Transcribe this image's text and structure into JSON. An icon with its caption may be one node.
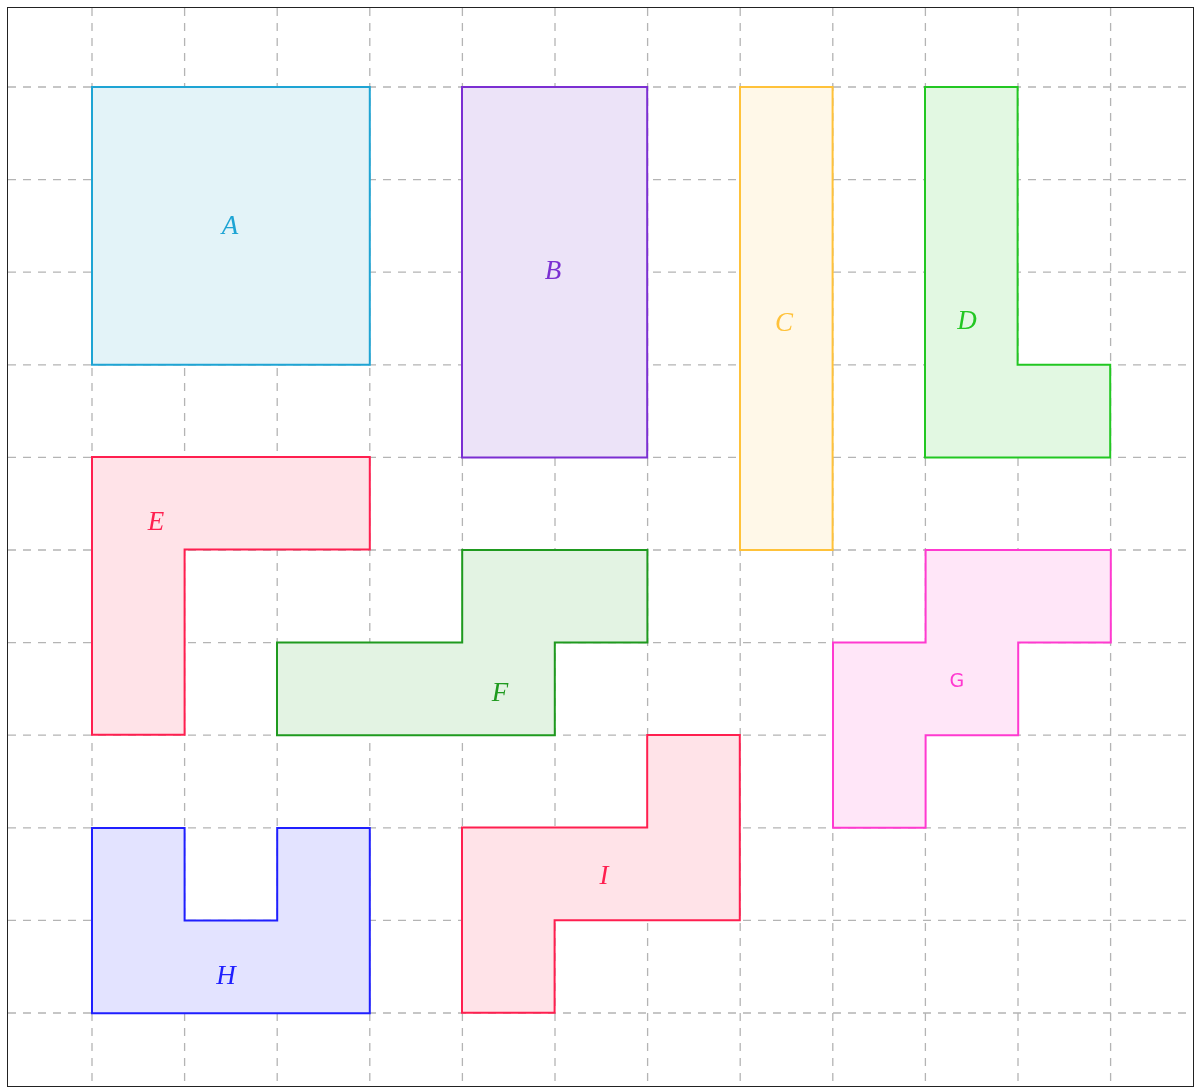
{
  "diagram": {
    "nodes": [
      {
        "text": [
          "A"
        ]
      },
      {
        "text": [
          "B"
        ]
      },
      {
        "text": [
          "C"
        ]
      },
      {
        "text": [
          "D"
        ]
      },
      {
        "text": [
          "E"
        ]
      },
      {
        "text": [
          "F"
        ]
      },
      {
        "text": [
          "G"
        ]
      },
      {
        "text": [
          "H"
        ]
      },
      {
        "text": [
          "I"
        ]
      }
    ]
  }
}
